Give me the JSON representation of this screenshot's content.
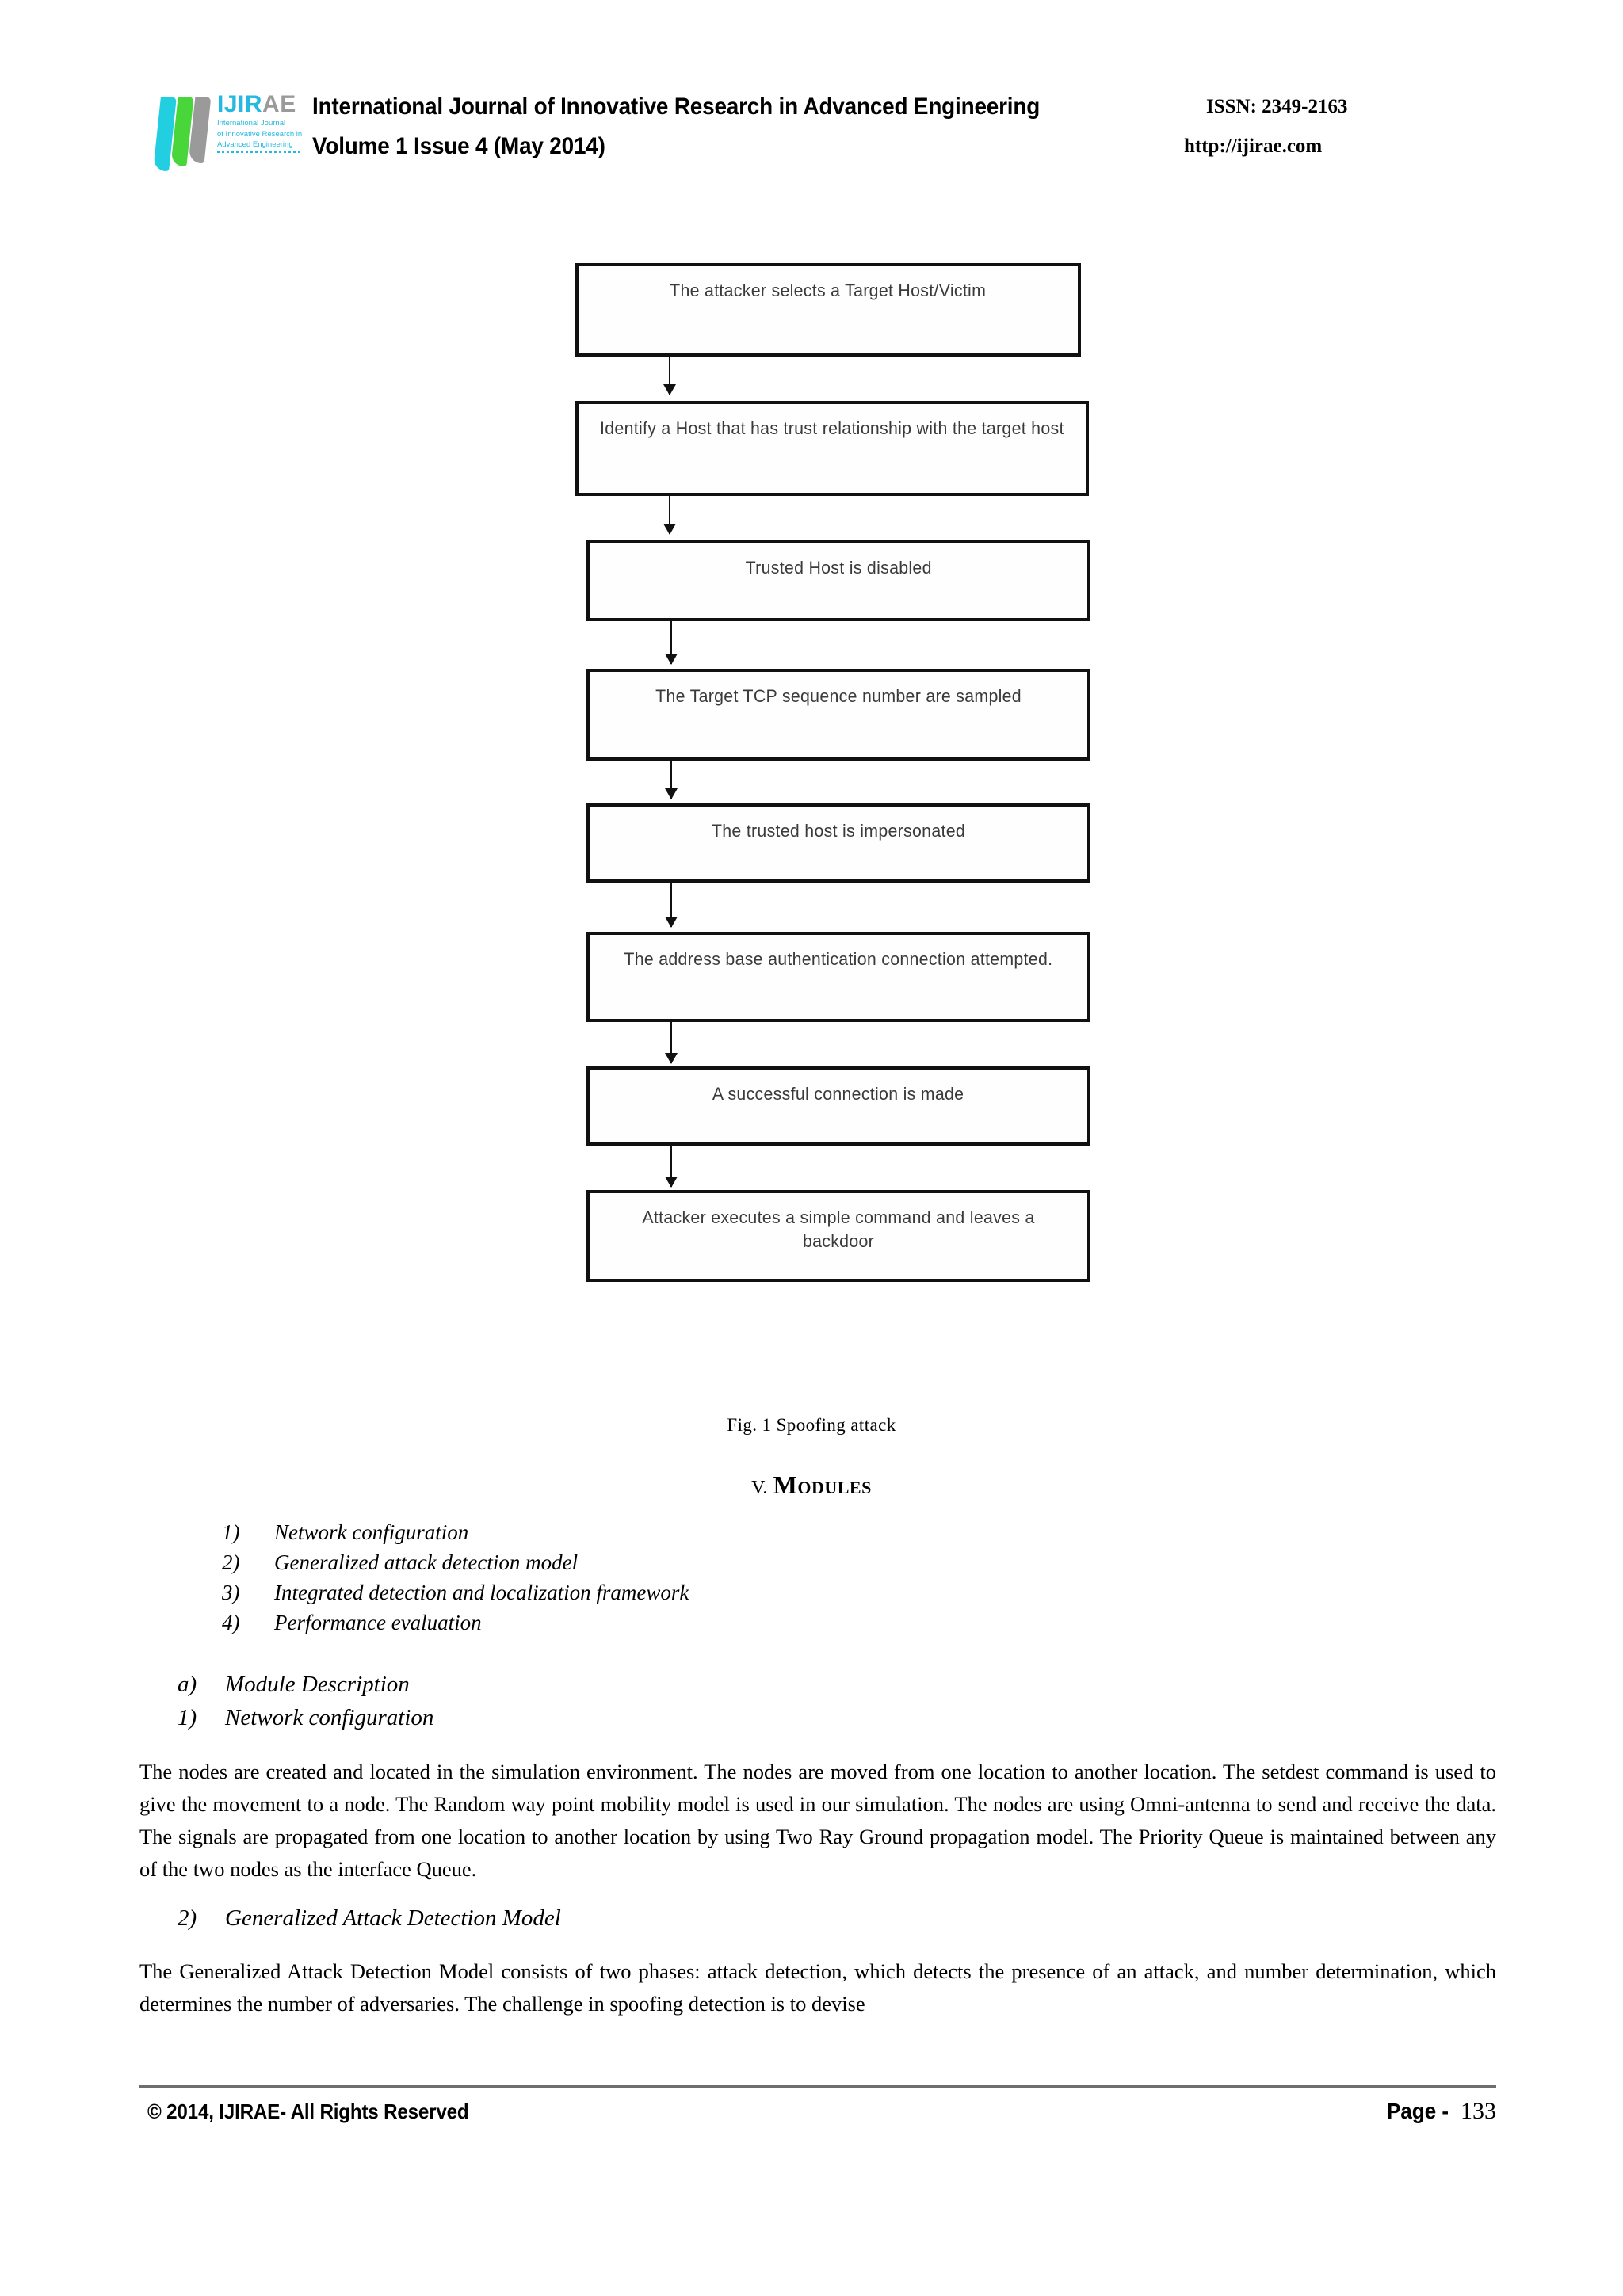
{
  "header": {
    "logo": {
      "mark": "IJIRAE",
      "mark_plain": "IJIR",
      "mark_grey": "AE",
      "subtitle_line1": "International Journal",
      "subtitle_line2": "of Innovative Research in",
      "subtitle_line3": "Advanced Engineering",
      "colors": {
        "cyan": "#24b9e0",
        "green": "#49d63a",
        "grey": "#9a9a9a"
      }
    },
    "journal_title": "International Journal of Innovative Research in Advanced Engineering",
    "volume_line": "Volume 1 Issue 4 (May 2014)",
    "issn": "ISSN: 2349-2163",
    "url": "http://ijirae.com"
  },
  "figure": {
    "caption": "Fig. 1  Spoofing attack",
    "boxes": [
      {
        "id": "box1",
        "text": "The attacker selects a Target Host/Victim"
      },
      {
        "id": "box2",
        "text": "Identify a Host that has trust relationship with the target host"
      },
      {
        "id": "box3",
        "text": "Trusted Host is disabled"
      },
      {
        "id": "box4",
        "text": "The Target TCP sequence number are sampled"
      },
      {
        "id": "box5",
        "text": "The trusted host is impersonated"
      },
      {
        "id": "box6",
        "text": "The address base authentication connection attempted."
      },
      {
        "id": "box7",
        "text": "A successful connection is made"
      },
      {
        "id": "box8",
        "text": "Attacker executes a simple command and leaves a backdoor"
      }
    ]
  },
  "section": {
    "numeral": "V.",
    "title": "Modules"
  },
  "modules": [
    {
      "num": "1)",
      "label": "Network configuration"
    },
    {
      "num": "2)",
      "label": "Generalized attack detection model"
    },
    {
      "num": "3)",
      "label": "Integrated detection and localization framework"
    },
    {
      "num": "4)",
      "label": "Performance evaluation"
    }
  ],
  "description": {
    "heading": {
      "num": "a)",
      "label": "Module Description"
    },
    "sub1": {
      "num": "1)",
      "label": "Network configuration"
    },
    "sub2": {
      "num": "2)",
      "label": "Generalized Attack Detection Model"
    },
    "para1": "The nodes are created and located in the simulation environment. The nodes are moved from one location to another location. The setdest command is used to give the movement to a node. The Random way point mobility model is used in our simulation. The nodes are using Omni-antenna to send and receive the data. The signals are propagated from one location to another location by using Two Ray Ground propagation model. The Priority Queue is maintained between any of the two nodes as the interface Queue.",
    "para2": "The Generalized Attack Detection Model consists of two phases: attack detection, which detects the presence of an attack, and number determination, which determines the number of adversaries. The challenge in spoofing detection is to devise"
  },
  "footer": {
    "copyright": "© 2014, IJIRAE- All Rights Reserved",
    "page_label": "Page -",
    "page_number": "133"
  }
}
